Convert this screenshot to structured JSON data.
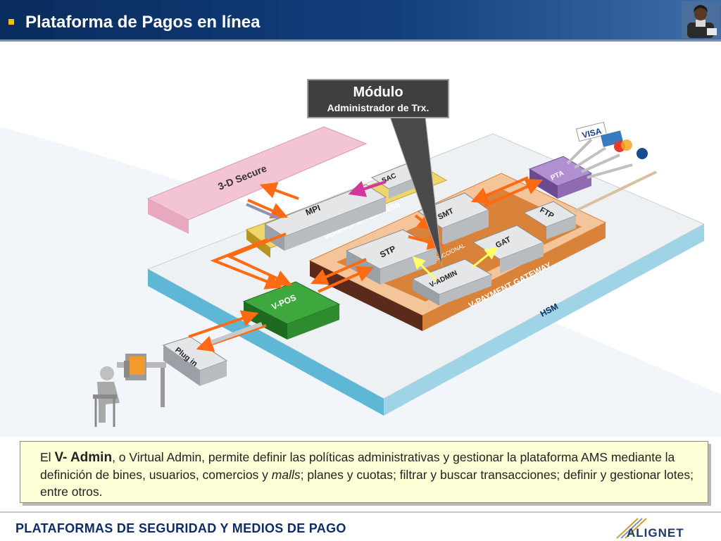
{
  "header": {
    "title": "Plataforma de Pagos en línea"
  },
  "callout": {
    "title": "Módulo",
    "subtitle": "Administrador de Trx."
  },
  "diagram": {
    "hsm": "HSM",
    "gateway": "V-PAYMENT GATEWAY",
    "verifika": "VERIFIKA MPI EXPRESS",
    "secure": "3-D Secure",
    "mpi": "MPI",
    "sac": "SAC",
    "smt": "SMT",
    "ftp": "FTP",
    "gat": "GAT",
    "stp": "STP",
    "vadmin": "V-ADMIN",
    "transaccional": "TRANSACCIONAL",
    "vpos": "V-POS",
    "plugin": "Plug in",
    "pta": "PTA",
    "visa": "VISA"
  },
  "info": {
    "p1": "El ",
    "bold": "V- Admin",
    "p2": ", o Virtual Admin, permite definir las políticas administrativas y gestionar la plataforma AMS mediante la definición de bines, usuarios, comercios y ",
    "italic": "malls",
    "p3": "; planes y cuotas; filtrar y buscar transacciones; definir y gestionar lotes; entre otros."
  },
  "footer": {
    "text": "PLATAFORMAS DE SEGURIDAD Y MEDIOS DE PAGO",
    "logo": "ALIGNET"
  },
  "colors": {
    "header": "#0a2c5e",
    "arrow": "#ff6a13",
    "vpos": "#2e8b2e",
    "verifika": "#e8c84a",
    "gateway": "#d9823a",
    "hsm": "#5fb7d6",
    "pta": "#8e6bb0"
  }
}
